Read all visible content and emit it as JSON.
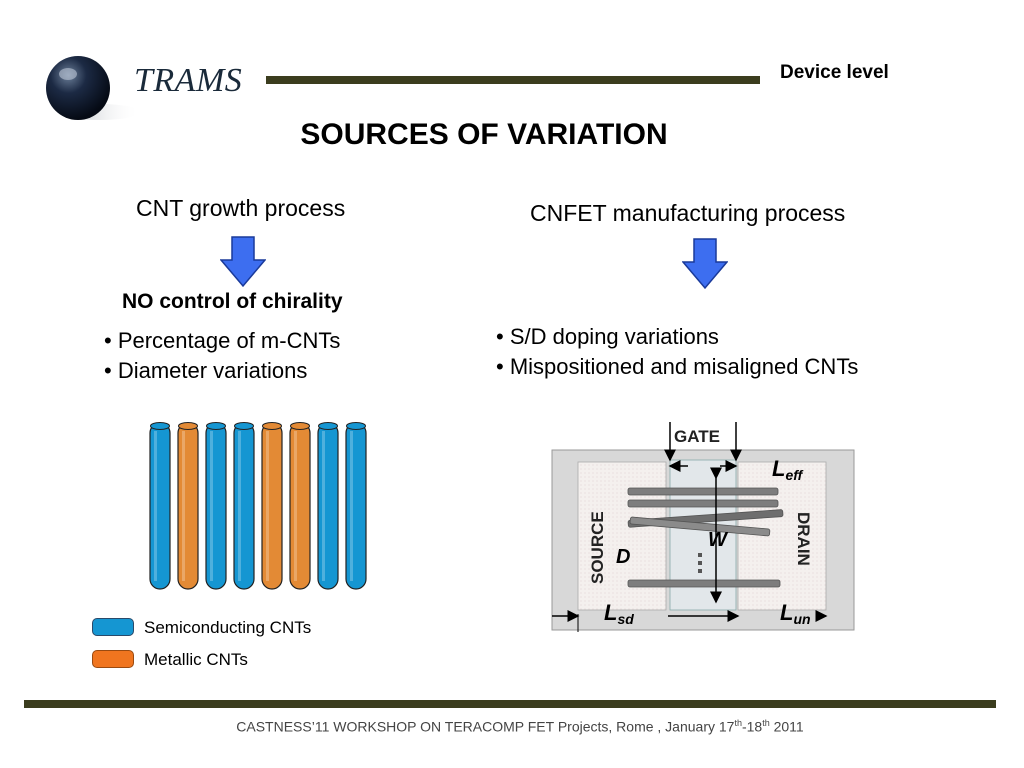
{
  "header": {
    "logo_text": "TRAMS",
    "section": "Device level",
    "title": "SOURCES OF VARIATION"
  },
  "left": {
    "heading": "CNT growth process",
    "subheading": "NO control of chirality",
    "bullets": [
      "• Percentage of m-CNTs",
      "• Diameter variations"
    ]
  },
  "right": {
    "heading": "CNFET manufacturing process",
    "bullets": [
      "• S/D doping variations",
      "• Mispositioned and misaligned CNTs"
    ]
  },
  "tubes": [
    "semiconducting",
    "metallic",
    "semiconducting",
    "semiconducting",
    "metallic",
    "metallic",
    "semiconducting",
    "semiconducting"
  ],
  "legend": {
    "semiconducting": "Semiconducting CNTs",
    "metallic": "Metallic CNTs"
  },
  "device": {
    "gate": "GATE",
    "source": "SOURCE",
    "drain": "DRAIN",
    "w": "W",
    "d": "D",
    "leff": "L",
    "leff_sub": "eff",
    "lsd": "L",
    "lsd_sub": "sd",
    "lun": "L",
    "lun_sub": "un"
  },
  "colors": {
    "semiconducting": "#1596d2",
    "metallic": "#e38a35",
    "arrow": "#3d6ef0",
    "rule": "#3b3d1e"
  },
  "footer": {
    "text": "CASTNESS’11 WORKSHOP ON TERACOMP  FET Projects, Rome , January 17",
    "sup1": "th",
    "mid": "-18",
    "sup2": "th",
    "end": " 2011"
  }
}
